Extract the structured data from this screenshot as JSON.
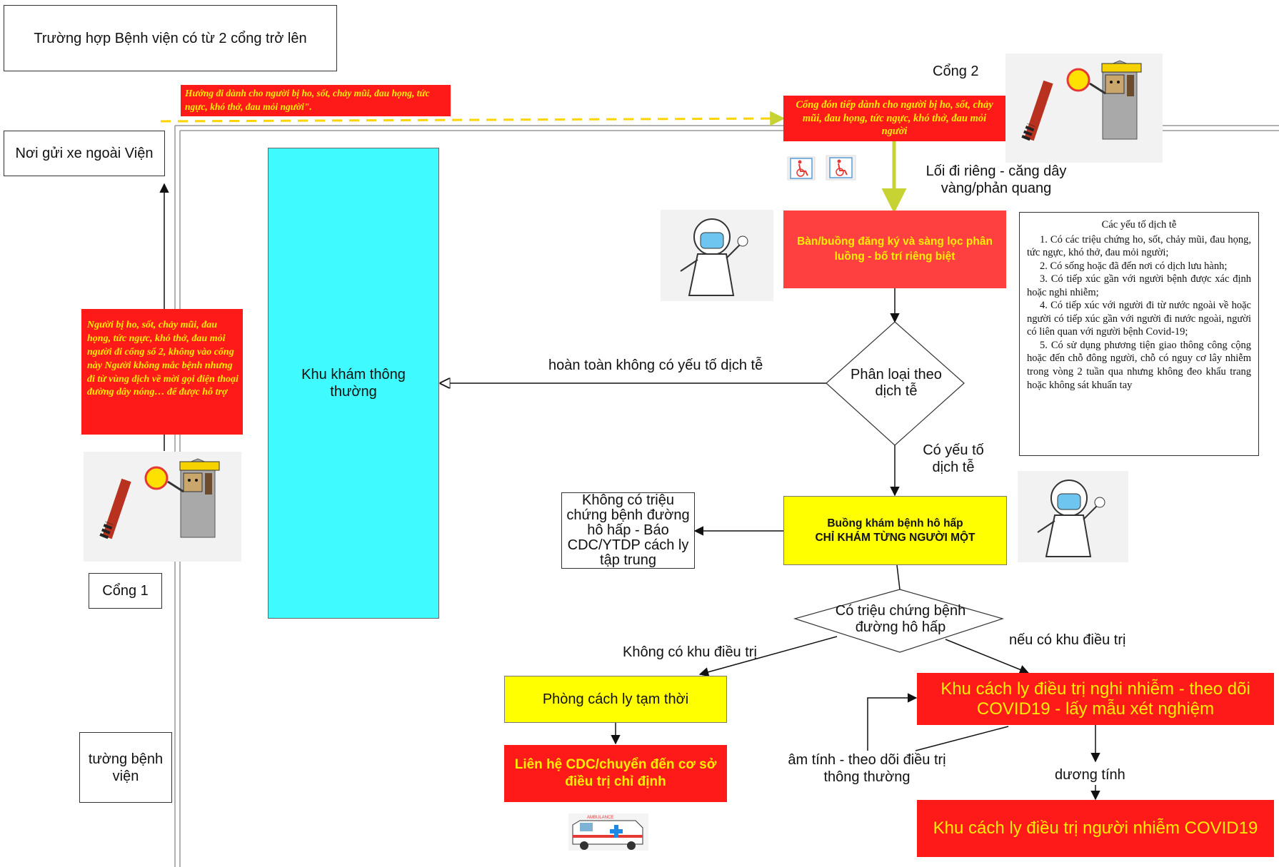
{
  "colors": {
    "cyan": "#3ffbff",
    "red": "#ff1a1a",
    "yellow": "#ffff00",
    "yellow_text": "#ffee00",
    "arrow_yellow": "#c7d233"
  },
  "header": {
    "title": "Trường hợp Bệnh viện có từ 2 cổng trở lên"
  },
  "labels": {
    "parking": "Nơi gửi xe ngoài Viện",
    "gate2": "Cổng 2",
    "gate1": "Cổng 1",
    "wall": "tường bệnh viện",
    "general_exam": "Khu khám thông thường",
    "separate_path": "Lối đi riêng - căng dây vàng/phản quang"
  },
  "notices": {
    "direction": "Hướng đi dành cho người bị ho, sốt, chảy mũi, đau họng, tức ngực, khó thở, đau mỏi người\".",
    "gate2_reception": "Cổng đón tiếp dành cho người bị ho, sốt, chảy mũi, đau họng, tức ngực, khó thở, đau mỏi người",
    "gate1_warning": "Người bị ho, sốt, chảy mũi, đau họng, tức ngực, khó thở, đau mỏi người đi cổng số 2, không vào cổng này Người không mắc bệnh nhưng đi từ vùng dịch về mời gọi điện thoại đường dây nóng… để được hỗ trợ"
  },
  "flow": {
    "registration": "Bàn/buồng đăng ký và sàng lọc phân luồng - bố trí riêng biệt",
    "classify": "Phân loại theo dịch tễ",
    "no_epi": "hoàn toàn không có yếu tố dịch tễ",
    "has_epi": "Có yếu tố dịch tễ",
    "resp_room_line1": "Buồng khám bệnh hô hấp",
    "resp_room_line2": "CHỈ KHÁM TỪNG NGƯỜI MỘT",
    "no_symptom_box": "Không có triệu chứng bệnh đường hô hấp - Báo CDC/YTDP cách ly tập trung",
    "symptom_decision": "Có triệu chứng bệnh đường hô hấp",
    "no_treatment_area": "Không có khu điều trị",
    "if_treatment_area": "nếu có khu điều trị",
    "temp_isolation": "Phòng cách ly tạm thời",
    "contact_cdc": "Liên hệ CDC/chuyển đến cơ sở điều trị chỉ định",
    "suspected_area": "Khu cách ly điều trị nghi nhiễm - theo dõi COVID19 - lấy mẫu xét nghiệm",
    "negative": "âm tính - theo dõi điều trị thông thường",
    "positive": "dương tính",
    "infected_area": "Khu cách ly điều trị  người nhiễm COVID19"
  },
  "epi_factors": {
    "title": "Các yếu tố dịch tễ",
    "items": [
      "1. Có các triệu chứng ho, sốt, chảy mũi, đau họng, tức ngực, khó thở, đau mỏi người;",
      "2. Có sống hoặc đã đến nơi có dịch lưu hành;",
      "3. Có tiếp xúc gần với người bệnh được xác định hoặc nghi nhiễm;",
      "4. Có tiếp xúc với người đi từ nước ngoài về hoặc người có tiếp xúc gần với người đi nước ngoài, người có liên quan với người bệnh Covid-19;",
      "5. Có sử dụng phương tiện giao thông công cộng hoặc đến chỗ đông người, chỗ có nguy cơ lây nhiễm trong vòng 2 tuần qua nhưng không đeo khẩu trang hoặc không sát khuẩn tay"
    ]
  },
  "ambulance_text": "AMBULANCE",
  "icons": {
    "wheelchair": "wheelchair-icon",
    "doctor": "doctor-ppe-illustration",
    "gatehouse": "gatehouse-barrier-illustration",
    "ambulance": "ambulance-illustration"
  }
}
